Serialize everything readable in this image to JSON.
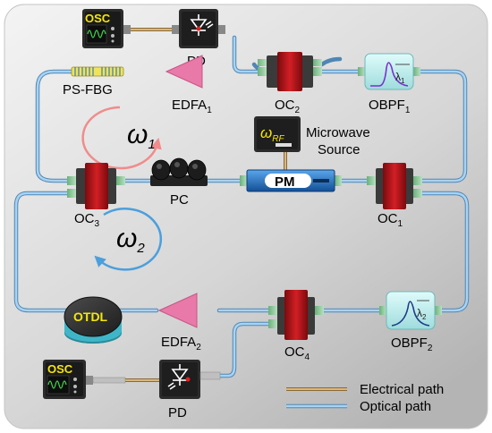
{
  "labels": {
    "osc_top": "OSC",
    "pd_top": "PD",
    "ps_fbg": "PS-FBG",
    "edfa1": "EDFA",
    "edfa1_sub": "1",
    "oc2": "OC",
    "oc2_sub": "2",
    "obpf1": "OBPF",
    "obpf1_sub": "1",
    "lambda1": "λ",
    "lambda1_sub": "1",
    "omega1": "ω",
    "omega1_sub": "1",
    "omega_rf": "ω",
    "omega_rf_sub": "RF",
    "microwave": "Microwave",
    "source": "Source",
    "oc3": "OC",
    "oc3_sub": "3",
    "pc": "PC",
    "pm": "PM",
    "oc1": "OC",
    "oc1_sub": "1",
    "omega2": "ω",
    "omega2_sub": "2",
    "otdl": "OTDL",
    "edfa2": "EDFA",
    "edfa2_sub": "2",
    "oc4": "OC",
    "oc4_sub": "4",
    "obpf2": "OBPF",
    "obpf2_sub": "2",
    "lambda2": "λ",
    "lambda2_sub": "2",
    "osc_bottom": "OSC",
    "pd_bottom": "PD"
  },
  "legend": {
    "electrical": "Electrical path",
    "optical": "Optical path"
  },
  "colors": {
    "optical_fiber": "#7db3dd",
    "electrical_wire": "#c9a56a",
    "coupler_body": "#c0181e",
    "amplifier": "#e879a8",
    "phase_modulator": "#1e73c8",
    "filter": "#b8ecec",
    "otdl": "#3fb6c8",
    "omega1_arrow": "#f08c8c",
    "omega2_arrow": "#4b9fdc",
    "osc_text": "#f5e60a"
  }
}
